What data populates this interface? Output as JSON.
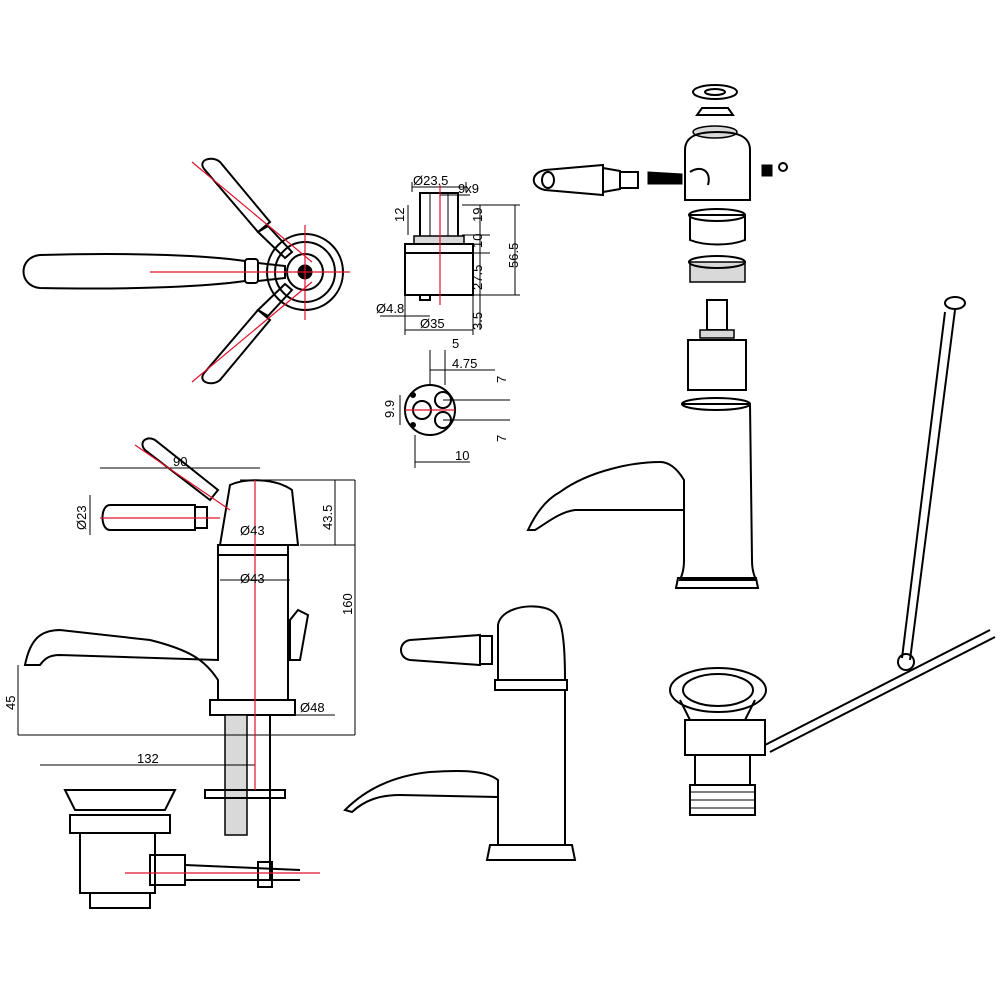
{
  "dimensions": {
    "cart_dia_top": "Ø23.5",
    "cart_spline": "9x9",
    "cart_h12": "12",
    "cart_h19": "19",
    "cart_h10": "10",
    "cart_h56_5": "56.5",
    "cart_h27_5": "27.5",
    "cart_h3_5": "3.5",
    "cart_dia_pin": "Ø4.8",
    "cart_dia_body": "Ø35",
    "base_5": "5",
    "base_4_75": "4.75",
    "base_7a": "7",
    "base_7b": "7",
    "base_9_9": "9.9",
    "base_10": "10",
    "tap_90": "90",
    "tap_dia23": "Ø23",
    "tap_43_5": "43.5",
    "tap_dia43a": "Ø43",
    "tap_dia43b": "Ø43",
    "tap_160": "160",
    "tap_45": "45",
    "tap_dia48": "Ø48",
    "tap_132": "132"
  }
}
